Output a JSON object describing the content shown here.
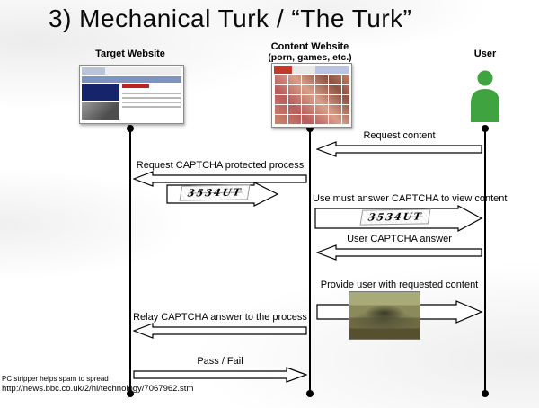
{
  "title": "3) Mechanical Turk / “The Turk”",
  "actors": {
    "target": {
      "label": "Target Website"
    },
    "content": {
      "label": "Content Website",
      "sublabel": "(porn, games, etc.)"
    },
    "user": {
      "label": "User"
    }
  },
  "messages": {
    "request_content": {
      "label": "Request content",
      "direction": "left"
    },
    "request_captcha": {
      "label": "Request CAPTCHA protected process",
      "direction": "left"
    },
    "captcha_to_content": {
      "captcha_text": "3534UT",
      "direction": "right"
    },
    "must_answer": {
      "label": "Use must answer CAPTCHA to view content",
      "captcha_text": "3534UT",
      "direction": "right"
    },
    "user_answer": {
      "label": "User CAPTCHA answer",
      "direction": "left"
    },
    "provide_content": {
      "label": "Provide user with requested content",
      "direction": "right"
    },
    "relay_answer": {
      "label": "Relay CAPTCHA answer to the process",
      "direction": "left"
    },
    "pass_fail": {
      "label": "Pass / Fail",
      "direction": "right"
    }
  },
  "footer": {
    "caption": "PC stripper helps spam to spread",
    "url": "http://news.bbc.co.uk/2/hi/technology/7067962.stm"
  },
  "colors": {
    "user_icon": "#3fa33f"
  }
}
